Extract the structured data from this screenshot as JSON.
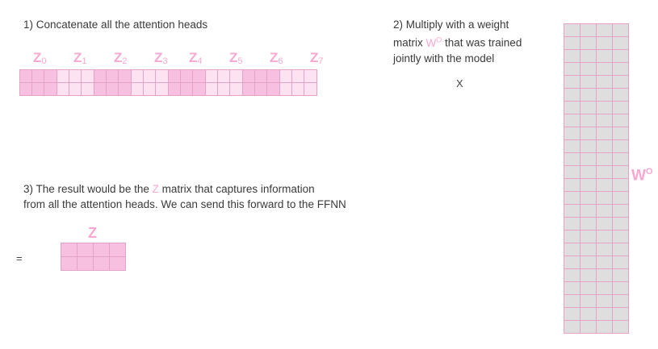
{
  "step1": {
    "text": "1) Concatenate all the attention heads"
  },
  "heads": [
    {
      "label": "Z",
      "sub": "0"
    },
    {
      "label": "Z",
      "sub": "1"
    },
    {
      "label": "Z",
      "sub": "2"
    },
    {
      "label": "Z",
      "sub": "3"
    },
    {
      "label": "Z",
      "sub": "4"
    },
    {
      "label": "Z",
      "sub": "5"
    },
    {
      "label": "Z",
      "sub": "6"
    },
    {
      "label": "Z",
      "sub": "7"
    }
  ],
  "step2": {
    "line1": "2) Multiply with a weight",
    "line2_pre": "matrix ",
    "line2_sym": "W",
    "line2_sup": "O",
    "line2_post": " that was trained",
    "line3": "jointly with the model"
  },
  "times_symbol": "X",
  "wo_label": {
    "main": "W",
    "sup": "O"
  },
  "step3": {
    "line1_pre": "3) The result would be the ",
    "line1_sym": "Z",
    "line1_post": " matrix that captures information",
    "line2": "from all the attention heads. We can send this forward to the FFNN"
  },
  "equals_symbol": "=",
  "z_result_label": "Z",
  "colors": {
    "pink_dark": "#f7bfe0",
    "pink_light": "#fde2f1",
    "grid_border": "#e3a3c6",
    "wo_fill": "#dedede",
    "label_pink": "#f7a8d2"
  }
}
